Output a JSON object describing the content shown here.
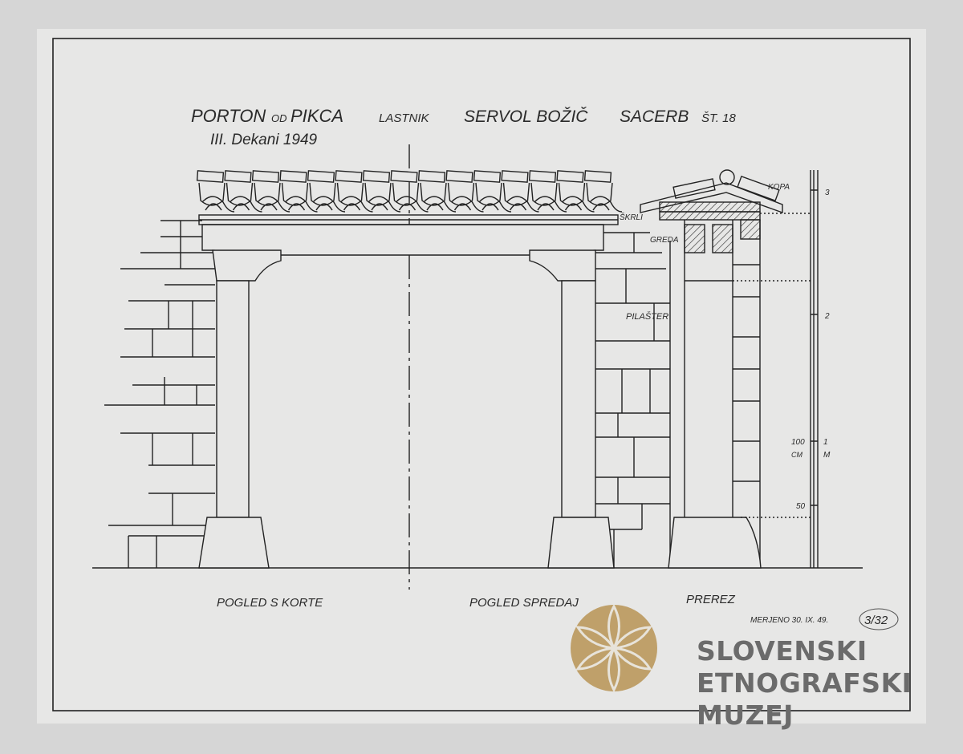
{
  "title": {
    "line1_a": "PORTON",
    "line1_b": "OD",
    "line1_c": "PIKCA",
    "line1_d": "LASTNIK",
    "line1_e": "SERVOL BOŽIČ",
    "line1_f": "SACERB",
    "line1_g": "ŠT. 18",
    "line2": "III. Dekani 1949"
  },
  "labels": {
    "kopa": "KOPA",
    "skrli": "ŠKRLI",
    "greda": "GREDA",
    "pilaster": "PILAŠTER",
    "view_left": "POGLED S KORTE",
    "view_front": "POGLED SPREDAJ",
    "view_section": "PREREZ",
    "measured": "MERJENO 30. IX. 49.",
    "catalog": "3/32"
  },
  "scale": {
    "ticks": [
      {
        "label": "3"
      },
      {
        "label": "2"
      },
      {
        "label": "1"
      },
      {
        "label": "M"
      },
      {
        "label": "100"
      },
      {
        "label": "CM"
      },
      {
        "label": "50"
      }
    ]
  },
  "logo": {
    "line1": "SLOVENSKI",
    "line2": "ETNOGRAFSKI",
    "line3": "MUZEJ",
    "color": "#bfa06a"
  }
}
